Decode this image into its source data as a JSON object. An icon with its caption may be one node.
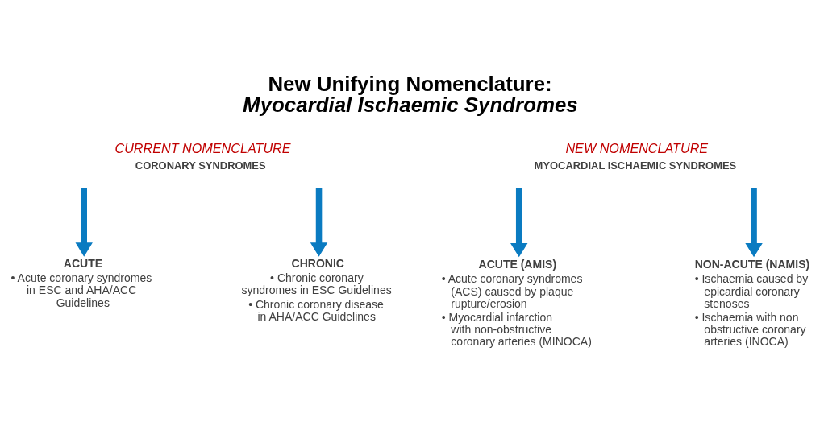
{
  "diagram": {
    "title": "New Unifying Nomenclature: *Myocardial Ischaemic Syndromes*",
    "nodes": [
      {
        "text": [
          "CURRENT NOMENCLATURE",
          "CORONARY SYNDROMES"
        ]
      },
      {
        "text": [
          "NEW NOMENCLATURE",
          "MYOCARDIAL ISCHAEMIC SYNDROMES"
        ]
      },
      {
        "text": [
          "ACUTE",
          "• Acute coronary syndromes in ESC and AHA/ACC Guidelines"
        ]
      },
      {
        "text": [
          "CHRONIC",
          "• Chronic coronary syndromes in ESC Guidelines",
          "• Chronic coronary disease in AHA/ACC Guidelines"
        ]
      },
      {
        "text": [
          "ACUTE (AMIS)",
          "• Acute coronary syndromes (ACS) caused by plaque rupture/erosion",
          "• Myocardial infarction with non-obstructive coronary arteries (MINOCA)"
        ]
      },
      {
        "text": [
          "NON-ACUTE (NAMIS)",
          "• Ischaemia caused by epicardial coronary stenoses",
          "• Ischaemia with non obstructive coronary arteries (INOCA)"
        ]
      }
    ],
    "edges": [
      {
        "from": 0,
        "to": 2,
        "arrow": "to"
      },
      {
        "from": 0,
        "to": 3,
        "arrow": "to"
      },
      {
        "from": 1,
        "to": 4,
        "arrow": "to"
      },
      {
        "from": 1,
        "to": 5,
        "arrow": "to"
      }
    ]
  }
}
